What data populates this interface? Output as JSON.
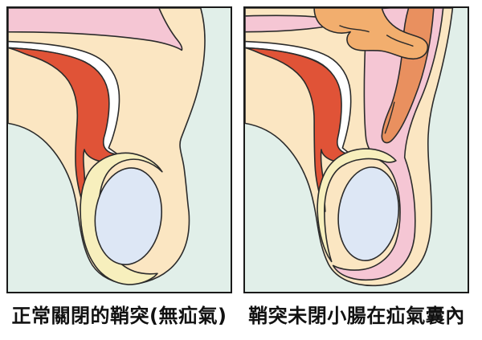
{
  "figure": {
    "description": "two-panel pediatric inguinal hernia diagram",
    "panel_left_name": "normal closed processus vaginalis",
    "panel_right_name": "open processus vaginalis with bowel in hernia sac"
  },
  "captions": {
    "left": "正常關閉的鞘突(無疝氣)",
    "right": "鞘突未閉小腸在疝氣囊內"
  },
  "colors": {
    "page_bg": "#ffffff",
    "panel_bg": "#e1efe9",
    "border": "#1a1a1a",
    "outline": "#2b2b2b",
    "skin": "#fbe6c2",
    "pink": "#f5c6d4",
    "red": "#e05337",
    "white_layer": "#ffffff",
    "tunica": "#f7efbd",
    "testis": "#dde7f5",
    "bowel_light": "#f2ae6e",
    "bowel_dark": "#e9905f",
    "caption_text": "#111111"
  }
}
